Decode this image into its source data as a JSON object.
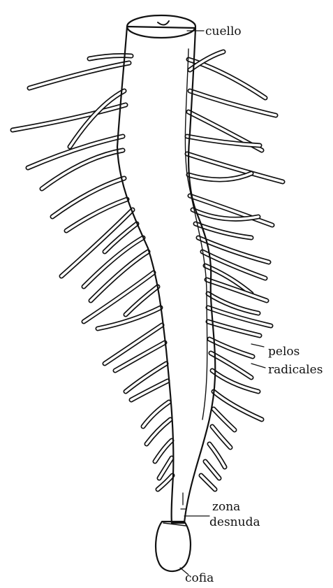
{
  "diagram": {
    "labels": {
      "neck": "cuello",
      "root_hairs_1": "pelos",
      "root_hairs_2": "radicales",
      "bare_zone_1": "zona",
      "bare_zone_2": "desnuda",
      "cap": "cofia"
    }
  }
}
